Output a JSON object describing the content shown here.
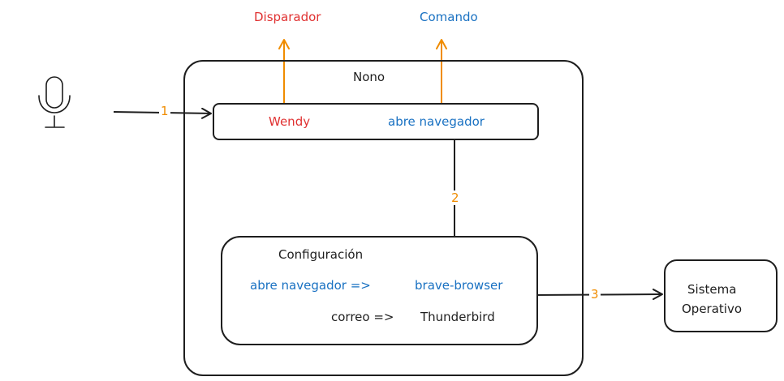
{
  "diagram": {
    "labels": {
      "trigger": "Disparador",
      "command": "Comando",
      "app_name": "Nono",
      "wake_word": "Wendy",
      "spoken_command": "abre navegador",
      "config_title": "Configuración",
      "mapping_1_key": "abre navegador =>",
      "mapping_1_value": "brave-browser",
      "mapping_2_key": "correo =>",
      "mapping_2_value": "Thunderbird",
      "os_line1": "Sistema",
      "os_line2": "Operativo"
    },
    "steps": [
      "1",
      "2",
      "3"
    ],
    "icons": {
      "microphone": "microphone-icon"
    },
    "colors": {
      "red": "#e03131",
      "blue": "#1971c2",
      "orange": "#f08c00",
      "stroke": "#1e1e1e"
    }
  }
}
